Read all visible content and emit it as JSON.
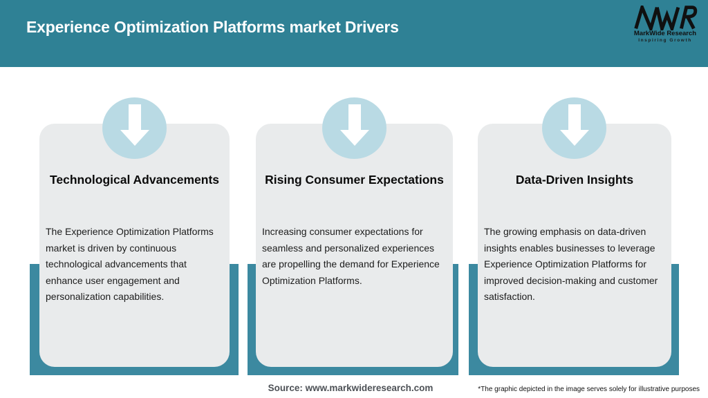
{
  "header": {
    "title": "Experience Optimization Platforms market Drivers",
    "logo": {
      "acronym": "MWR",
      "name": "MarkWide Research",
      "tagline": "Inspiring Growth"
    }
  },
  "cards": [
    {
      "title": "Technological Advancements",
      "body": "The Experience Optimization Platforms\nmarket is driven by continuous\ntechnological advancements that\nenhance user engagement and\npersonalization capabilities."
    },
    {
      "title": "Rising Consumer Expectations",
      "body": "Increasing consumer expectations for\nseamless and personalized experiences\nare propelling the demand for Experience\nOptimization Platforms."
    },
    {
      "title": "Data-Driven Insights",
      "body": "The growing emphasis on data-driven\ninsights enables businesses to leverage\nExperience Optimization Platforms for\nimproved decision-making and customer\nsatisfaction."
    }
  ],
  "footer": {
    "source": "Source: www.markwideresearch.com",
    "disclaimer": "*The graphic depicted in the image serves solely for illustrative purposes"
  },
  "colors": {
    "header_bg": "#2F8195",
    "band_teal": "#3C89A0",
    "card_bg": "#E9EBEC",
    "circle_blue": "#B9DAE4",
    "arrow": "#FFFFFF",
    "title_text": "#FFFFFF",
    "body_text": "#1C1C1C",
    "source_text": "#4D5156"
  },
  "icons": {
    "arrow": "down-arrow-icon",
    "logo_mark": "mwr-logo-mark"
  }
}
